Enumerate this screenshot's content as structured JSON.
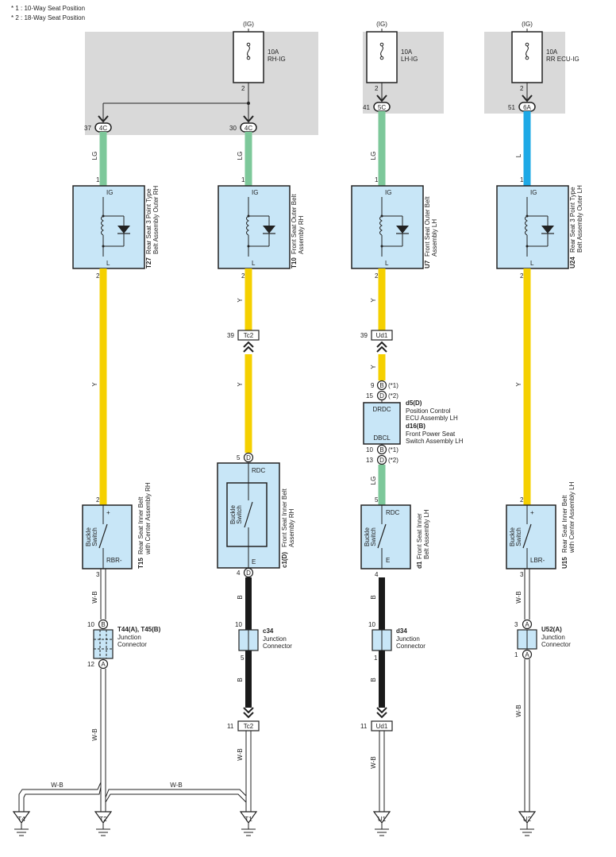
{
  "notes": [
    "* 1 : 10-Way Seat Position",
    "* 2 : 18-Way Seat Position"
  ],
  "colors": {
    "lg": "#7dc89a",
    "y": "#f5d000",
    "l": "#1ea9e6",
    "b": "#1a1a1a",
    "wb": "#ffffff",
    "panel": "#d9d9d9",
    "box": "#c8e6f7"
  },
  "ig": "(IG)",
  "fuses": {
    "rh": {
      "amp": "10A",
      "name": "RH-IG",
      "pin": "2"
    },
    "lh": {
      "amp": "10A",
      "name": "LH-IG",
      "pin": "2"
    },
    "rr": {
      "amp": "10A",
      "name": "RR ECU-IG",
      "pin": "2"
    }
  },
  "connectors": {
    "c37": {
      "num": "37",
      "code": "4C"
    },
    "c30": {
      "num": "30",
      "code": "4C"
    },
    "c41": {
      "num": "41",
      "code": "5C"
    },
    "c51": {
      "num": "51",
      "code": "6A"
    }
  },
  "wires": {
    "lg": "LG",
    "l": "L",
    "y": "Y",
    "wb": "W-B",
    "b": "B"
  },
  "belt": {
    "t27": {
      "code": "T27",
      "name1": "Rear Seat 3 Point Type",
      "name2": "Belt Assembly Outer RH"
    },
    "t10": {
      "code": "T10",
      "name1": "Front Seat Outer Belt",
      "name2": "Assembly RH"
    },
    "u7": {
      "code": "U7",
      "name1": "Front Seat Outer Belt",
      "name2": "Assembly LH"
    },
    "u24": {
      "code": "U24",
      "name1": "Rear Seat 3 Point Type",
      "name2": "Belt Assembly Outer LH"
    },
    "ig": "IG",
    "l": "L",
    "pin1": "1",
    "pin2": "2"
  },
  "inline": {
    "tc2a": {
      "num": "39",
      "code": "Tc2"
    },
    "ud1a": {
      "num": "39",
      "code": "Ud1"
    },
    "tc2b": {
      "num": "11",
      "code": "Tc2"
    },
    "ud1b": {
      "num": "11",
      "code": "Ud1"
    }
  },
  "ecu": {
    "top1": {
      "pin": "9",
      "letter": "B",
      "note": "(*1)"
    },
    "top2": {
      "pin": "15",
      "letter": "D",
      "note": "(*2)"
    },
    "bot1": {
      "pin": "10",
      "letter": "B",
      "note": "(*1)"
    },
    "bot2": {
      "pin": "13",
      "letter": "D",
      "note": "(*2)"
    },
    "code1": "d5(D)",
    "name1a": "Position Control",
    "name1b": "ECU Assembly LH",
    "code2": "d16(B)",
    "name2a": "Front Power Seat",
    "name2b": "Switch Assembly LH",
    "drdc": "DRDC",
    "dbcl": "DBCL"
  },
  "switch": {
    "label1": "Buckle",
    "label2": "Switch",
    "t15": {
      "code": "T15",
      "name1": "Rear Seat Inner Belt",
      "name2": "with Center Assembly RH",
      "pin_top": "2",
      "pin_bot": "3",
      "plus": "+",
      "minus": "RBR-"
    },
    "c1": {
      "code": "c1(D)",
      "name1": "Front Seat Inner Belt",
      "name2": "Assembly RH",
      "pin_top": "5",
      "pin_bot": "4",
      "letter": "D",
      "top": "RDC",
      "bot": "E"
    },
    "d1": {
      "code": "d1",
      "name1": "Front Seat Inner",
      "name2": "Belt Assembly LH",
      "pin_top": "5",
      "pin_bot": "4",
      "top": "RDC",
      "bot": "E"
    },
    "u15": {
      "code": "U15",
      "name1": "Rear Seat Inner Belt",
      "name2": "with Center Assembly LH",
      "pin_top": "2",
      "pin_bot": "3",
      "plus": "+",
      "minus": "LBR-"
    }
  },
  "junction": {
    "t44": {
      "code": "T44(A), T45(B)",
      "name1": "Junction",
      "name2": "Connector",
      "pin_top": "10",
      "let_top": "B",
      "pin_bot": "12",
      "let_bot": "A"
    },
    "c34": {
      "code": "c34",
      "name1": "Junction",
      "name2": "Connector",
      "pin_top": "10",
      "pin_bot": "5"
    },
    "d34": {
      "code": "d34",
      "name1": "Junction",
      "name2": "Connector",
      "pin_top": "10",
      "pin_bot": "1"
    },
    "u52": {
      "code": "U52(A)",
      "name1": "Junction",
      "name2": "Connector",
      "pin_top": "3",
      "let_top": "A",
      "pin_bot": "1",
      "let_bot": "A"
    }
  },
  "grounds": [
    "T4",
    "T2",
    "T1",
    "U1",
    "U2"
  ]
}
